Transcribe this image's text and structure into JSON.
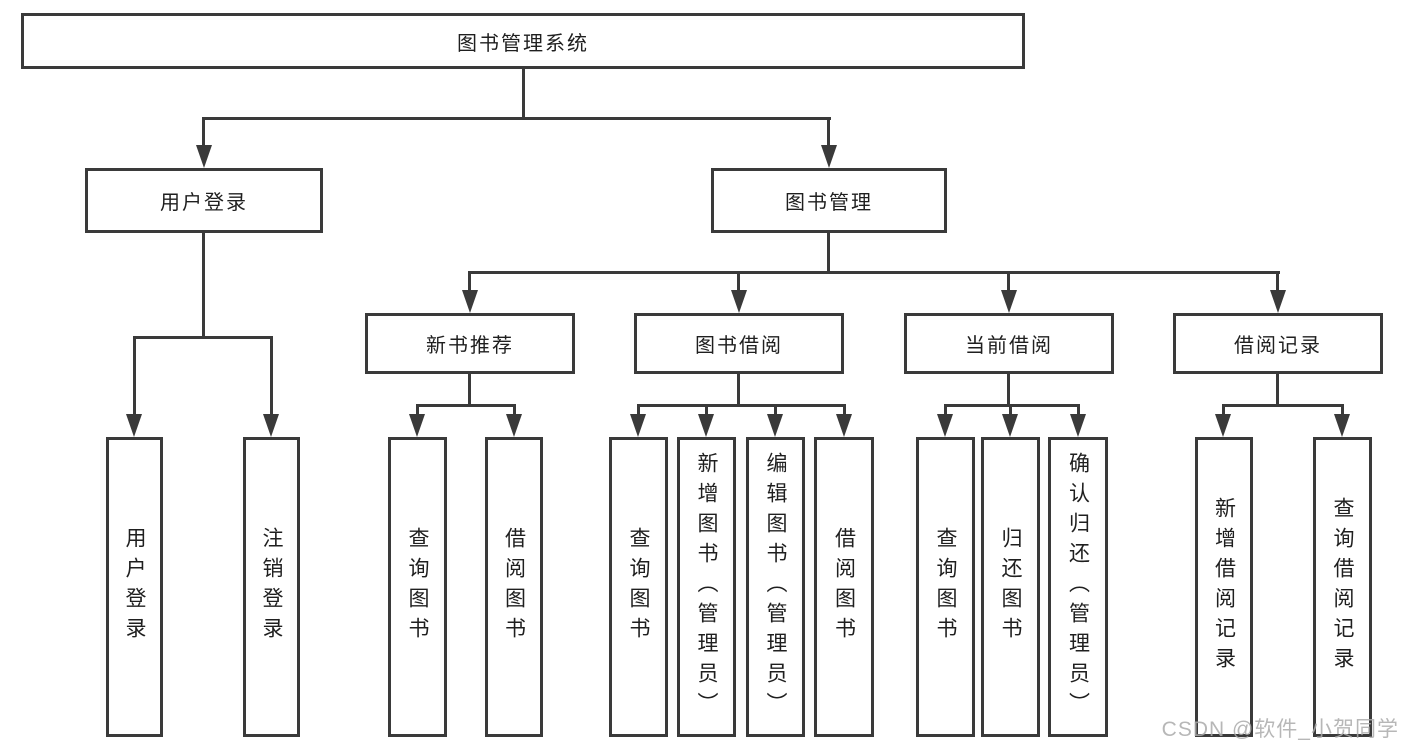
{
  "diagram_title": "图书管理系统",
  "nodes": {
    "root": "图书管理系统",
    "user_login": {
      "label": "用户登录",
      "children": [
        "用户登录",
        "注销登录"
      ]
    },
    "book_mgmt": {
      "label": "图书管理"
    },
    "new_book_rec": {
      "label": "新书推荐",
      "children": [
        "查询图书",
        "借阅图书"
      ]
    },
    "book_borrow": {
      "label": "图书借阅",
      "children": [
        "查询图书",
        "新增图书（管理员）",
        "编辑图书（管理员）",
        "借阅图书"
      ]
    },
    "current_borrow": {
      "label": "当前借阅",
      "children": [
        "查询图书",
        "归还图书",
        "确认归还（管理员）"
      ]
    },
    "borrow_records": {
      "label": "借阅记录",
      "children": [
        "新增借阅记录",
        "查询借阅记录"
      ]
    }
  },
  "watermark": {
    "text": "CSDN @软件_小贺同学"
  },
  "colors": {
    "line": "#3a3a3a",
    "text": "#1f1f1f",
    "box_bg": "#ffffff",
    "watermark": "#ababab"
  }
}
